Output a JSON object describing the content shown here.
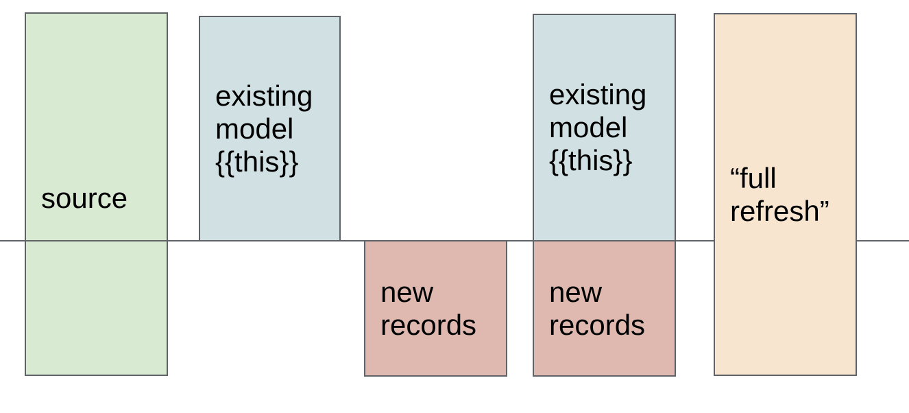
{
  "canvas": {
    "background": "#ffffff",
    "divider_line_color": "#5f6368",
    "box_border_color": "#5f6368",
    "text_color": "#000000"
  },
  "boxes": {
    "source": {
      "label": "source",
      "fill": "#d9ead3"
    },
    "existing_model_left": {
      "label": "existing\nmodel\n{{this}}",
      "fill": "#d0e0e3"
    },
    "new_records_left": {
      "label": "new\nrecords",
      "fill": "#dfb9b0"
    },
    "existing_model_right": {
      "label": "existing\nmodel\n{{this}}",
      "fill": "#d0e0e3"
    },
    "new_records_right": {
      "label": "new\nrecords",
      "fill": "#dfb9b0"
    },
    "full_refresh": {
      "label": "“full\nrefresh”",
      "fill": "#f8e5d0"
    }
  }
}
